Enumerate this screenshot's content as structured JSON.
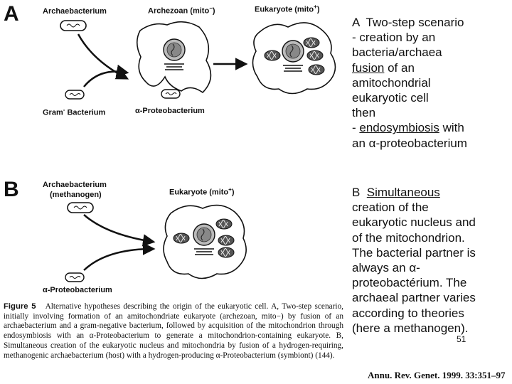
{
  "panel_a": {
    "letter": "A",
    "label_archaebacterium": "Archaebacterium",
    "label_archezoan": "Archezoan (mito",
    "label_archezoan_sup": "−",
    "label_archezoan_close": ")",
    "label_eukaryote": "Eukaryote (mito",
    "label_eukaryote_sup": "+",
    "label_eukaryote_close": ")",
    "label_gram_prefix": "Gram",
    "label_gram_sup": "-",
    "label_gram_suffix": " Bacterium",
    "label_proteo": "α-Proteobacterium"
  },
  "panel_b": {
    "letter": "B",
    "label_archaebacterium": "Archaebacterium",
    "label_methanogen": "(methanogen)",
    "label_eukaryote": "Eukaryote (mito",
    "label_eukaryote_sup": "+",
    "label_eukaryote_close": ")",
    "label_proteo": "α-Proteobacterium"
  },
  "side_a": {
    "line1_letter": "A",
    "line1_rest": "  Two-step scenario",
    "line2": "- creation by an",
    "line3": "bacteria/archaea",
    "line4_u": "fusion",
    "line4_rest": " of an",
    "line5": "amitochondrial",
    "line6": "eukaryotic cell",
    "line7": "then",
    "line8_pre": "- ",
    "line8_u": "endosymbiosis",
    "line8_rest": " with",
    "line9": "an α-proteobacterium"
  },
  "side_b": {
    "line1_letter": "B",
    "line1_u": "Simultaneous",
    "line2": "creation of the",
    "line3": "eukaryotic nucleus and",
    "line4": "of the mitochondrion.",
    "line5": "The bacterial partner is",
    "line6": "always an α-",
    "line7": "proteobactérium. The",
    "line8": "archaeal partner varies",
    "line9": "according to theories",
    "line10": "(here a methanogen)."
  },
  "caption": {
    "fig": "Figure 5",
    "text": "Alternative hypotheses describing the origin of the eukaryotic cell. A, Two-step scenario, initially involving formation of an amitochondriate eukaryote (archezoan, mito−) by fusion of an archaebacterium and a gram-negative bacterium, followed by acquisition of the mitochondrion through endosymbiosis with an α-Proteobacterium to generate a mitochondrion-containing eukaryote. B, Simultaneous creation of the eukaryotic nucleus and mitochondria by fusion of a hydrogen-requiring, methanogenic archaebacterium (host) with a hydrogen-producing α-Proteobacterium (symbiont) (144)."
  },
  "page_number": "51",
  "citation": "Annu. Rev. Genet. 1999. 33:351–97"
}
